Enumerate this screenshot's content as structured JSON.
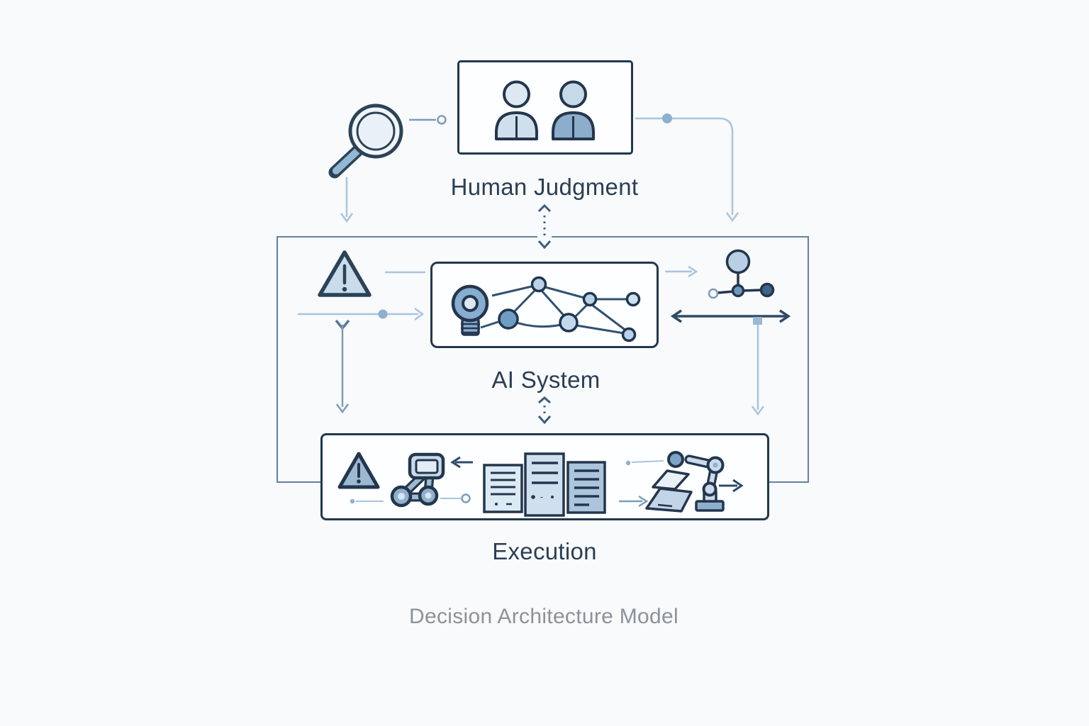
{
  "diagram": {
    "caption": "Decision Architecture Model",
    "nodes": {
      "human_judgment": {
        "label": "Human Judgment"
      },
      "ai_system": {
        "label": "AI System"
      },
      "execution": {
        "label": "Execution"
      }
    },
    "icons": [
      "magnifier-icon",
      "person-icon-light",
      "person-icon-dark",
      "alert-triangle-icon",
      "lightbulb-icon",
      "neural-network-icon",
      "decision-tree-icon",
      "alert-triangle-small-icon",
      "bot-icon",
      "server-icon",
      "laptop-icon",
      "robot-arm-icon"
    ],
    "colors": {
      "background": "#f8fafc",
      "box_border": "#22384e",
      "outer_loop_border": "#64829e",
      "label_text": "#2b3e54",
      "caption_text": "#8b9299",
      "connector_light": "#aac4dd",
      "connector_medium": "#7d9cb8",
      "connector_dark": "#2e4a66",
      "dotted_link": "#3a5d80",
      "fill_light": "#c9dcec",
      "fill_medium": "#8fb2d2",
      "fill_dark": "#3e6587"
    }
  }
}
